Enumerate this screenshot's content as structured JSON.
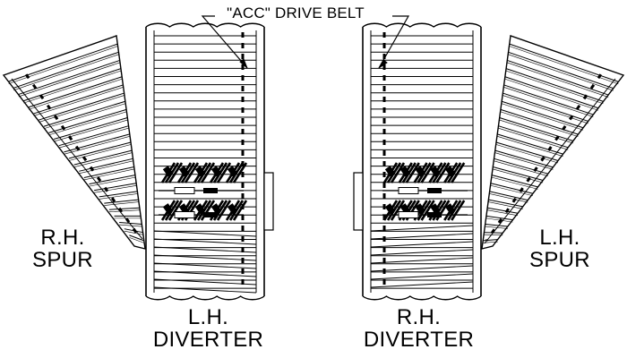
{
  "callout": "\"ACC\" DRIVE BELT",
  "labels": {
    "rh_spur_1": "R.H.",
    "rh_spur_2": "SPUR",
    "lh_spur_1": "L.H.",
    "lh_spur_2": "SPUR",
    "lh_diverter_1": "L.H.",
    "lh_diverter_2": "DIVERTER",
    "rh_diverter_1": "R.H.",
    "rh_diverter_2": "DIVERTER"
  },
  "colors": {
    "line": "#000000",
    "background": "#ffffff"
  }
}
